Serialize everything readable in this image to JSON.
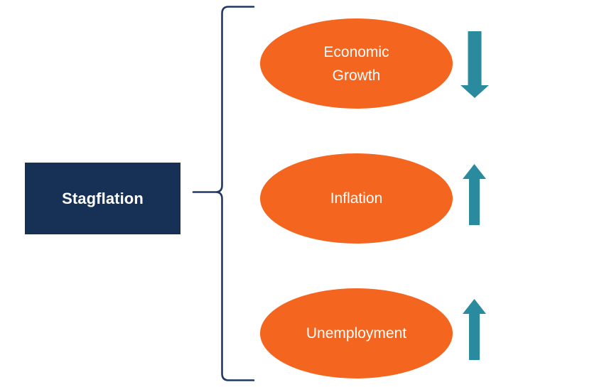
{
  "diagram": {
    "title": "Stagflation",
    "type": "concept-branch-diagram",
    "root": {
      "label": "Stagflation",
      "shape": "rectangle",
      "fill_color": "#173156",
      "text_color": "#FFFFFF"
    },
    "connector": {
      "shape": "curly-brace",
      "color": "#1F3864",
      "orientation": "left"
    },
    "branches": [
      {
        "label": "Economic\nGrowth",
        "label_plain": "Economic Growth",
        "shape": "ellipse",
        "fill_color": "#F4651F",
        "text_color": "#FFFFFF",
        "indicator": "down-arrow",
        "indicator_meaning": "decrease",
        "indicator_color": "#2A8A9E"
      },
      {
        "label": "Inflation",
        "label_plain": "Inflation",
        "shape": "ellipse",
        "fill_color": "#F4651F",
        "text_color": "#FFFFFF",
        "indicator": "up-arrow",
        "indicator_meaning": "increase",
        "indicator_color": "#2A8A9E"
      },
      {
        "label": "Unemployment",
        "label_plain": "Unemployment",
        "shape": "ellipse",
        "fill_color": "#F4651F",
        "text_color": "#FFFFFF",
        "indicator": "up-arrow",
        "indicator_meaning": "increase",
        "indicator_color": "#2A8A9E"
      }
    ]
  }
}
